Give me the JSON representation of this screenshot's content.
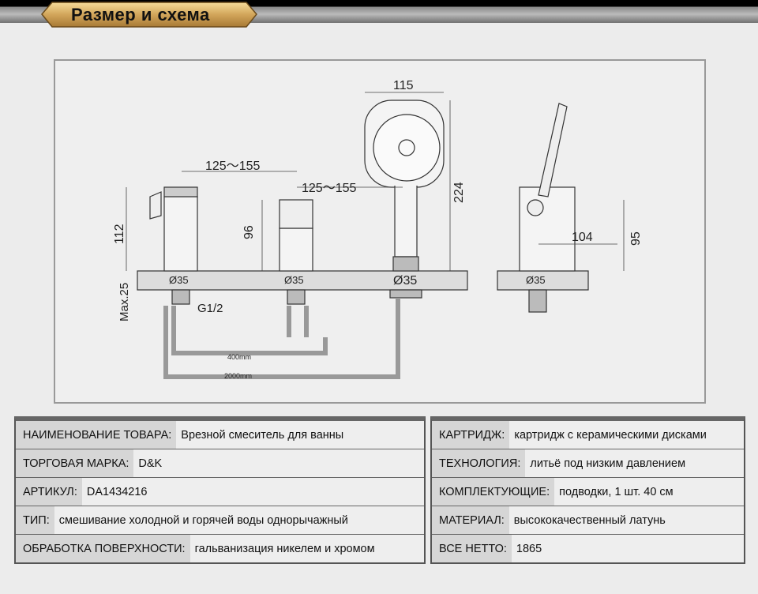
{
  "header": {
    "title": "Размер и схема"
  },
  "drawing": {
    "dims": {
      "spacing1": "125～155",
      "spacing2": "125～155",
      "handle_width": "115",
      "handle_height": "224",
      "height_left": "112",
      "height_mid": "96",
      "max_deck": "Max.25",
      "thread": "G1/2",
      "hose1": "400mm",
      "hose2": "2000mm",
      "side_depth": "104",
      "side_height": "95",
      "hole": "Ø35"
    }
  },
  "specs_left": [
    {
      "label": "НАИМЕНОВАНИЕ ТОВАРА:",
      "value": "Врезной смеситель для ванны"
    },
    {
      "label": "ТОРГОВАЯ МАРКА:",
      "value": "D&K"
    },
    {
      "label": "АРТИКУЛ:",
      "value": "DA1434216"
    },
    {
      "label": "ТИП:",
      "value": "смешивание холодной и горячей воды однорычажный"
    },
    {
      "label": "ОБРАБОТКА ПОВЕРХНОСТИ:",
      "value": "гальванизация никелем и хромом"
    }
  ],
  "specs_right": [
    {
      "label": "КАРТРИДЖ:",
      "value": "картридж с керамическими дисками"
    },
    {
      "label": "ТЕХНОЛОГИЯ:",
      "value": "литьё под низким давлением"
    },
    {
      "label": "КОМПЛЕКТУЮЩИЕ:",
      "value": "подводки, 1 шт. 40 см"
    },
    {
      "label": "МАТЕРИАЛ:",
      "value": "высококачественный латунь"
    },
    {
      "label": "ВСЕ НЕТТО:",
      "value": "1865"
    }
  ]
}
